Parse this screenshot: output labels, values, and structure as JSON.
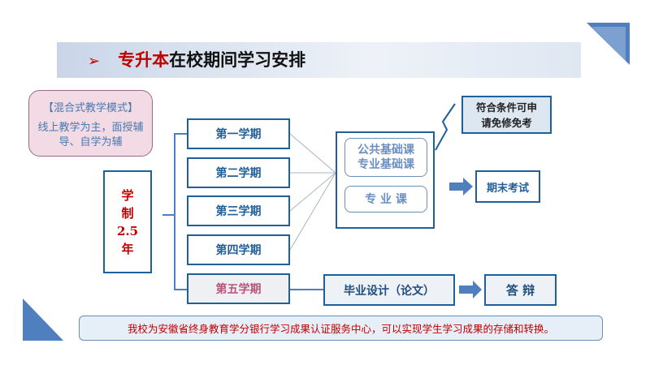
{
  "title": {
    "marker": "➢",
    "highlight": "专升本",
    "rest": "在校期间学习安排"
  },
  "mode_box": {
    "heading": "【混合式教学模式】",
    "body": "线上教学为主，面授辅导、自学为辅"
  },
  "duration": {
    "lines": [
      "学",
      "制",
      "2.5",
      "年"
    ]
  },
  "semesters": [
    "第一学期",
    "第二学期",
    "第三学期",
    "第四学期",
    "第五学期"
  ],
  "courses": {
    "basic": [
      "公共基础课",
      "专业基础课"
    ],
    "major": "专 业 课"
  },
  "exemption_note": [
    "符合条件可申",
    "请免修免考"
  ],
  "final_exam": "期末考试",
  "thesis": "毕业设计（论文）",
  "defense": "答 辩",
  "footer_note": "我校为安徽省终身教育学分银行学习成果认证服务中心，可以实现学生学习成果的存储和转换。",
  "colors": {
    "accent": "#1f5f9a",
    "red": "#c00000"
  }
}
